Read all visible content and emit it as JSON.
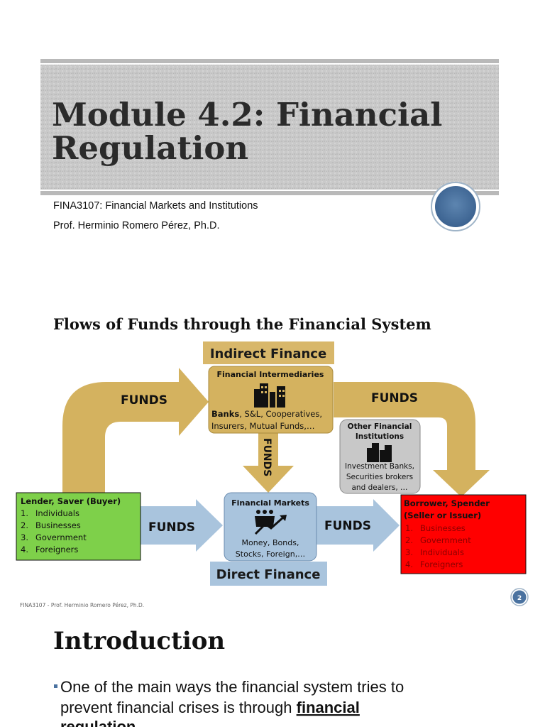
{
  "slide1": {
    "title_line1": "Module 4.2: Financial",
    "title_line2": "Regulation",
    "course": "FINA3107: Financial Markets and Institutions",
    "professor": "Prof. Herminio Romero Pérez, Ph.D."
  },
  "slide2": {
    "title": "Flows of Funds through the Financial System",
    "indirect_label": "Indirect Finance",
    "direct_label": "Direct Finance",
    "funds_label": "FUNDS",
    "intermediaries": {
      "title": "Financial Intermediaries",
      "line1_bold": "Banks",
      "line1_rest": ", S&L, Cooperatives,",
      "line2": "Insurers, Mutual Funds,…"
    },
    "other_institutions": {
      "title_line1": "Other Financial",
      "title_line2": "Institutions",
      "line1": "Investment Banks,",
      "line2": "Securities brokers",
      "line3": "and dealers, …"
    },
    "markets": {
      "title": "Financial Markets",
      "line1": "Money, Bonds,",
      "line2": "Stocks, Foreign,…"
    },
    "lender": {
      "title": "Lender, Saver (Buyer)",
      "items": [
        "Individuals",
        "Businesses",
        "Government",
        "Foreigners"
      ]
    },
    "borrower": {
      "title_line1": "Borrower, Spender",
      "title_line2": "(Seller or Issuer)",
      "items": [
        "Businesses",
        "Government",
        "Individuals",
        "Foreigners"
      ]
    },
    "footer": "FINA3107 - Prof. Herminio Romero Pérez, Ph.D.",
    "page_number": "2",
    "colors": {
      "tan": "#d4b25f",
      "blue": "#a9c4dd",
      "green": "#7ed04a",
      "red": "#ff0000",
      "gray": "#c8c8c8"
    }
  },
  "slide3": {
    "title": "Introduction",
    "bullet_line1": "One of the main ways the financial system tries to",
    "bullet_line2_prefix": "prevent financial crises is through ",
    "bullet_line2_bold": "financial",
    "bullet_line3_bold": "regulation"
  }
}
